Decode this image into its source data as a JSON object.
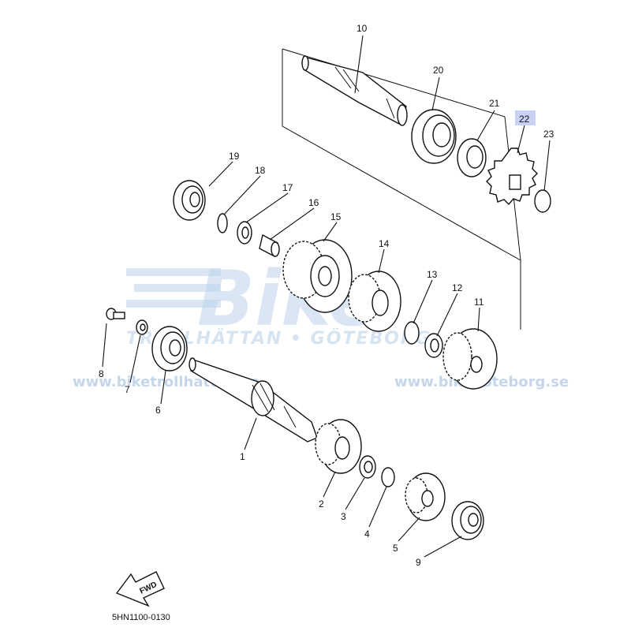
{
  "diagram": {
    "code": "5HN1100-0130",
    "fwd_label": "FWD",
    "highlighted_part": "22",
    "watermark": {
      "brand": "Bike",
      "subtitle": "TROLLHÄTTAN • GÖTEBORG",
      "url_left": "www.biketrollhattan.se",
      "url_right": "www.bikegoteborg.se"
    },
    "callouts": [
      "1",
      "2",
      "3",
      "4",
      "5",
      "6",
      "7",
      "8",
      "9",
      "10",
      "11",
      "12",
      "13",
      "14",
      "15",
      "16",
      "17",
      "18",
      "19",
      "20",
      "21",
      "22",
      "23"
    ]
  }
}
